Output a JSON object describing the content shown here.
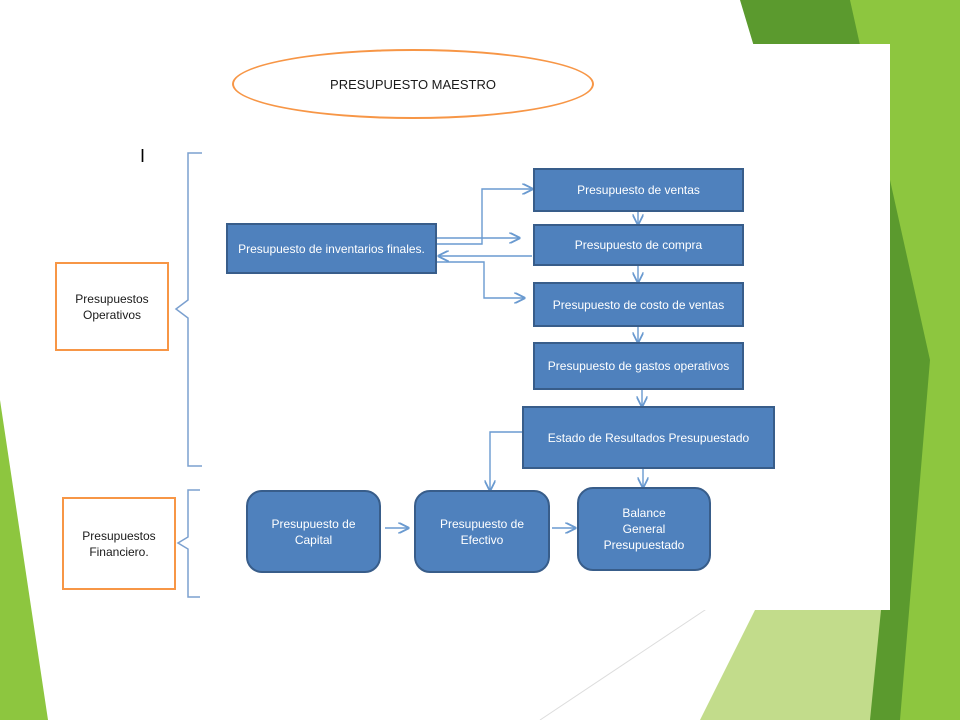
{
  "colors": {
    "box_fill": "#4f81bd",
    "box_border": "#385d8a",
    "accent_orange": "#f79646",
    "connector": "#6a9ad0",
    "bracket": "#7ba0cf",
    "green_light": "#8dc63f",
    "green_dark": "#5b9a2e"
  },
  "title": "PRESUPUESTO MAESTRO",
  "stray_mark": "I",
  "categories": {
    "operativos": "Presupuestos Operativos",
    "financiero": "Presupuestos Financiero."
  },
  "nodes": {
    "inventarios": "Presupuesto de inventarios finales.",
    "ventas": "Presupuesto de ventas",
    "compra": "Presupuesto de compra",
    "costo_ventas": "Presupuesto de costo de ventas",
    "gastos_operativos": "Presupuesto de gastos operativos",
    "estado_resultados": "Estado de Resultados Presupuestado",
    "capital": "Presupuesto de Capital",
    "efectivo": "Presupuesto de Efectivo",
    "balance_general": "Balance General Presupuestado"
  },
  "connections": [
    [
      "ventas",
      "compra"
    ],
    [
      "compra",
      "costo_ventas"
    ],
    [
      "costo_ventas",
      "gastos_operativos"
    ],
    [
      "gastos_operativos",
      "estado_resultados"
    ],
    [
      "estado_resultados",
      "balance_general"
    ],
    [
      "estado_resultados",
      "efectivo"
    ],
    [
      "inventarios",
      "ventas"
    ],
    [
      "inventarios",
      "compra"
    ],
    [
      "compra",
      "inventarios"
    ],
    [
      "inventarios",
      "costo_ventas"
    ],
    [
      "capital",
      "efectivo"
    ],
    [
      "efectivo",
      "balance_general"
    ]
  ]
}
